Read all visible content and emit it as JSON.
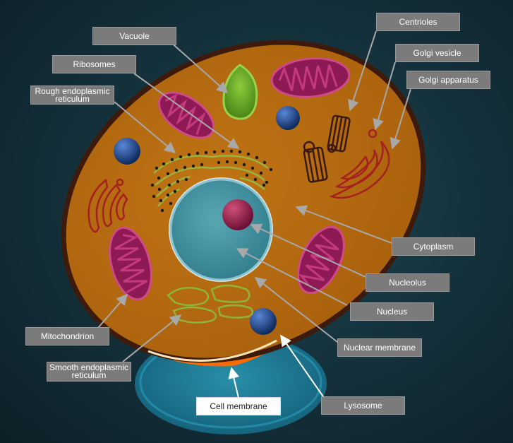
{
  "labels": {
    "vacuole": "Vacuole",
    "ribosomes": "Ribosomes",
    "rough_er": "Rough endoplasmic\nreticulum",
    "centrioles": "Centrioles",
    "golgi_vesicle": "Golgi vesicle",
    "golgi_apparatus": "Golgi apparatus",
    "cytoplasm": "Cytoplasm",
    "nucleolus": "Nucleolus",
    "nucleus": "Nucleus",
    "nuclear_membrane": "Nuclear membrane",
    "mitochondrion": "Mitochondrion",
    "smooth_er": "Smooth endoplasmic\nreticulum",
    "cell_membrane": "Cell membrane",
    "lysosome": "Lysosome"
  },
  "colors": {
    "cytoplasm": "#b26a10",
    "membrane": "#3d1a0c",
    "nucleus": "#3f8d9c",
    "nucleolus": "#9a1e4a",
    "mitochondrion": "#8e1a55",
    "vacuole": "#6aa02a",
    "lysosome": "#1b3f7a",
    "golgi": "#a52020",
    "er": "#8ca63a",
    "base": "#1c7f9a",
    "cut": "#ff6a00",
    "label_bg": "#7b7b7b"
  }
}
